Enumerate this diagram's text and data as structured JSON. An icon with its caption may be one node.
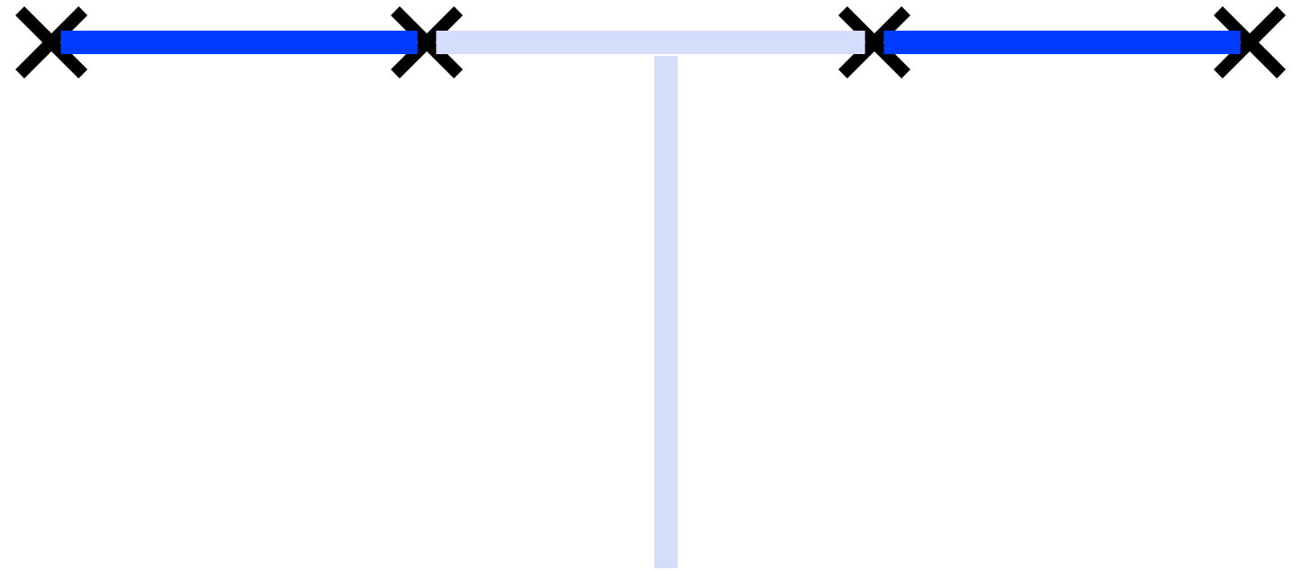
{
  "diagram": {
    "nodes": [
      {
        "text": [],
        "shape": "cross"
      },
      {
        "text": [],
        "shape": "cross"
      },
      {
        "text": [],
        "shape": "cross"
      },
      {
        "text": [],
        "shape": "cross"
      },
      {
        "text": [],
        "shape": "bar"
      }
    ],
    "edges": [
      {
        "from": 0,
        "to": 1,
        "arrow": "none"
      },
      {
        "from": 1,
        "to": 2,
        "arrow": "none",
        "color": "#d4defa"
      },
      {
        "from": 2,
        "to": 3,
        "arrow": "none"
      }
    ]
  }
}
